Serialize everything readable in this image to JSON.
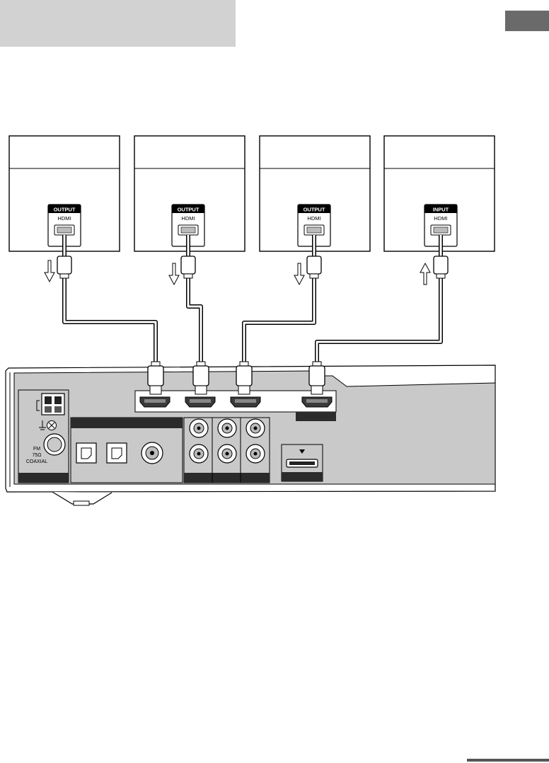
{
  "header": {
    "title_band_color": "#d2d2d2",
    "section_tab_color": "#6a6a6a"
  },
  "devices": [
    {
      "port_tag": "OUTPUT",
      "port_label": "HDMI",
      "signal_direction": "down"
    },
    {
      "port_tag": "OUTPUT",
      "port_label": "HDMI",
      "signal_direction": "down"
    },
    {
      "port_tag": "OUTPUT",
      "port_label": "HDMI",
      "signal_direction": "down"
    },
    {
      "port_tag": "INPUT",
      "port_label": "HDMI",
      "signal_direction": "up"
    }
  ],
  "main_unit": {
    "fm_label": "FM",
    "fm_impedance": "75Ω",
    "fm_connector": "COAXIAL",
    "panel_color": "#c9c9c9",
    "label_bar_color": "#2b2b2b"
  }
}
